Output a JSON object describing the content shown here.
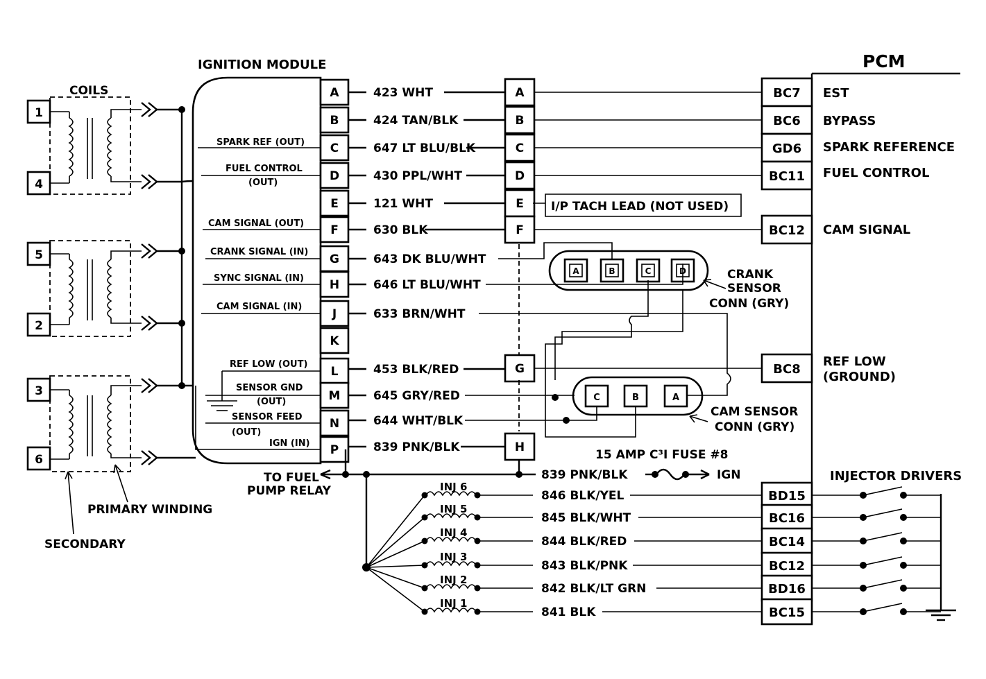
{
  "ignition_module": {
    "title": "IGNITION MODULE",
    "pins": [
      "A",
      "B",
      "C",
      "D",
      "E",
      "F",
      "G",
      "H",
      "J",
      "K",
      "L",
      "M",
      "N",
      "P"
    ],
    "pin_labels": {
      "spark_ref": "SPARK REF (OUT)",
      "fuel_control": "FUEL CONTROL",
      "fuel_control_out": "(OUT)",
      "cam_signal_out": "CAM SIGNAL (OUT)",
      "crank_signal_in": "CRANK SIGNAL (IN)",
      "sync_signal_in": "SYNC SIGNAL (IN)",
      "cam_signal_in": "CAM SIGNAL (IN)",
      "ref_low_out": "REF LOW (OUT)",
      "sensor_gnd": "SENSOR GND",
      "sensor_gnd_out": "(OUT)",
      "sensor_feed": "SENSOR FEED",
      "sensor_feed_out": "(OUT)",
      "ign_in": "IGN (IN)"
    }
  },
  "coils": {
    "title": "COILS",
    "terminals": [
      "1",
      "4",
      "5",
      "2",
      "3",
      "6"
    ],
    "primary_label": "PRIMARY WINDING",
    "secondary_label": "SECONDARY"
  },
  "wires": [
    "423 WHT",
    "424 TAN/BLK",
    "647 LT BLU/BLK",
    "430 PPL/WHT",
    "121 WHT",
    "630 BLK",
    "643 DK BLU/WHT",
    "646 LT BLU/WHT",
    "633 BRN/WHT",
    "453 BLK/RED",
    "645 GRY/RED",
    "644 WHT/BLK",
    "839 PNK/BLK"
  ],
  "connector_pins": [
    "A",
    "B",
    "C",
    "D",
    "E",
    "F",
    "G",
    "H"
  ],
  "tach_label": "I/P TACH LEAD (NOT USED)",
  "crank_sensor": {
    "pins": [
      "A",
      "B",
      "C",
      "D"
    ],
    "label_1": "CRANK",
    "label_2": "SENSOR",
    "label_3": "CONN (GRY)"
  },
  "cam_sensor": {
    "pins": [
      "C",
      "B",
      "A"
    ],
    "label_1": "CAM SENSOR",
    "label_2": "CONN (GRY)"
  },
  "fuse": {
    "label": "15 AMP C³I FUSE #8",
    "wire": "839 PNK/BLK",
    "ign": "IGN"
  },
  "fuel_pump": {
    "line_1": "TO FUEL",
    "line_2": "PUMP RELAY"
  },
  "pcm": {
    "title": "PCM",
    "terminals": [
      "BC7",
      "BC6",
      "GD6",
      "BC11",
      "BC12",
      "BC8"
    ],
    "functions": [
      "EST",
      "BYPASS",
      "SPARK REFERENCE",
      "FUEL CONTROL",
      "CAM SIGNAL"
    ],
    "ref_low_1": "REF LOW",
    "ref_low_2": "(GROUND)",
    "injector_drivers": "INJECTOR DRIVERS",
    "injector_terminals": [
      "BD15",
      "BC16",
      "BC14",
      "BC12",
      "BD16",
      "BC15"
    ]
  },
  "injectors": {
    "names": [
      "INJ 6",
      "INJ 5",
      "INJ 4",
      "INJ 3",
      "INJ 2",
      "INJ 1"
    ],
    "wires": [
      "846 BLK/YEL",
      "845 BLK/WHT",
      "844 BLK/RED",
      "843 BLK/PNK",
      "842 BLK/LT GRN",
      "841 BLK"
    ]
  }
}
